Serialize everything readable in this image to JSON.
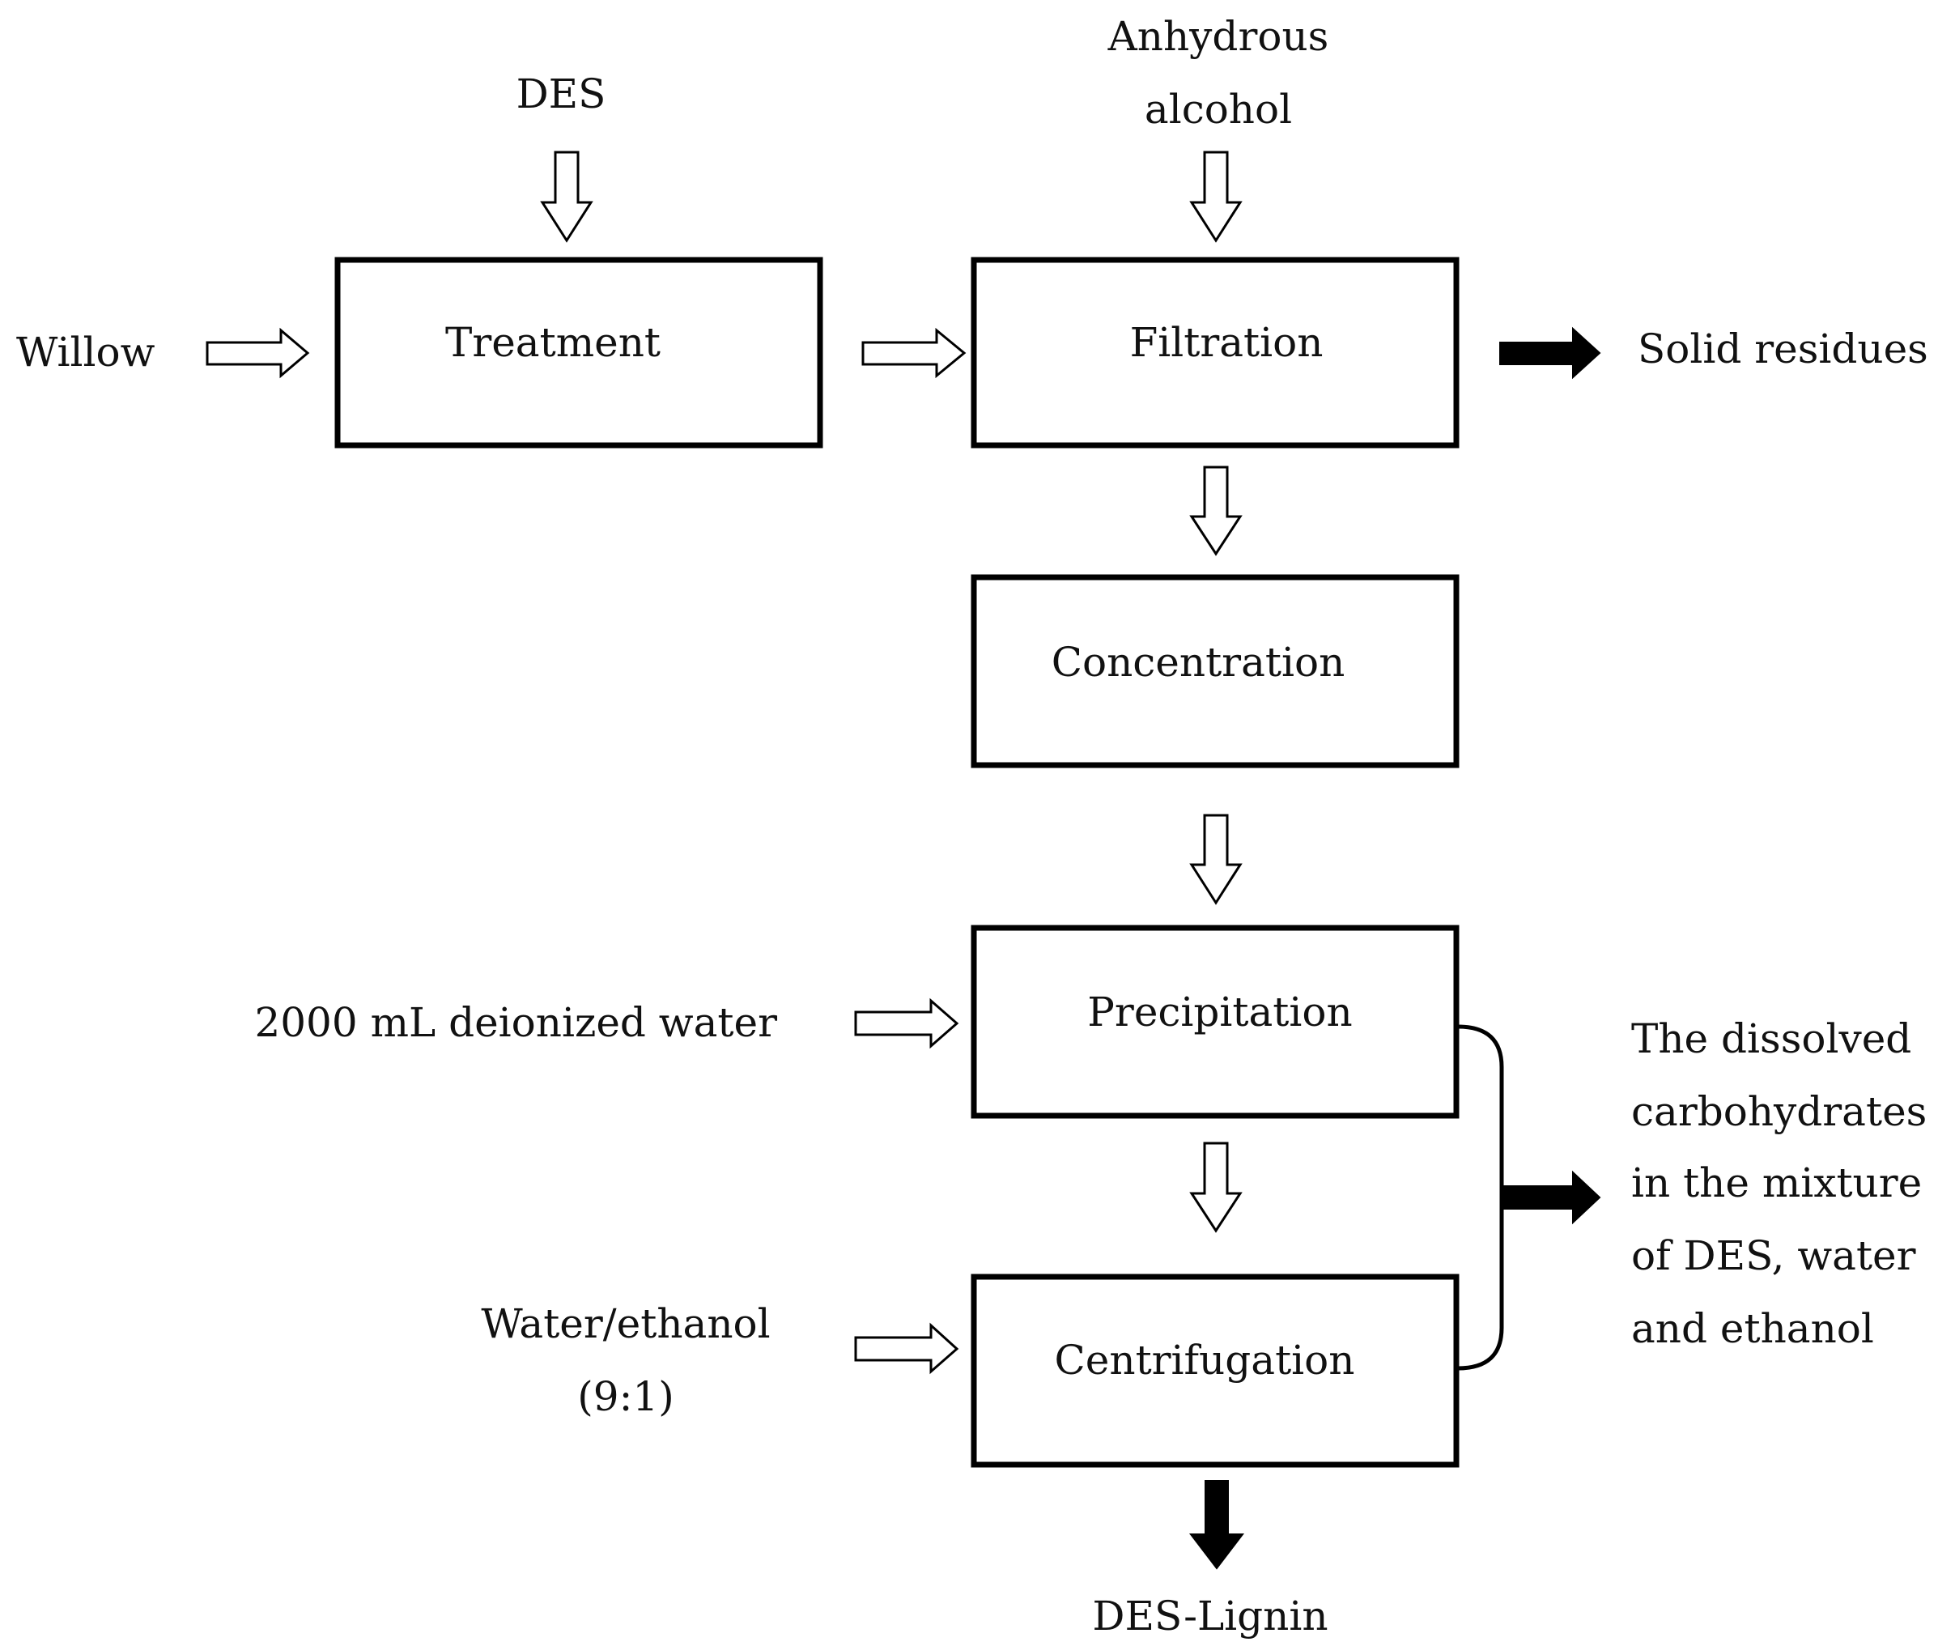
{
  "inputs": {
    "des": "DES",
    "alcohol_line1": "Anhydrous",
    "alcohol_line2": "alcohol",
    "willow": "Willow",
    "water": "2000 mL deionized water",
    "water_ethanol_line1": "Water/ethanol",
    "water_ethanol_line2": "(9:1)"
  },
  "steps": {
    "treatment": "Treatment",
    "filtration": "Filtration",
    "concentration": "Concentration",
    "precipitation": "Precipitation",
    "centrifugation": "Centrifugation"
  },
  "outputs": {
    "solid_residues": "Solid residues",
    "lignin": "DES-Lignin",
    "carbohydrates_lines": [
      "The dissolved",
      "carbohydrates",
      "in the mixture",
      "of DES, water",
      "and ethanol"
    ]
  }
}
